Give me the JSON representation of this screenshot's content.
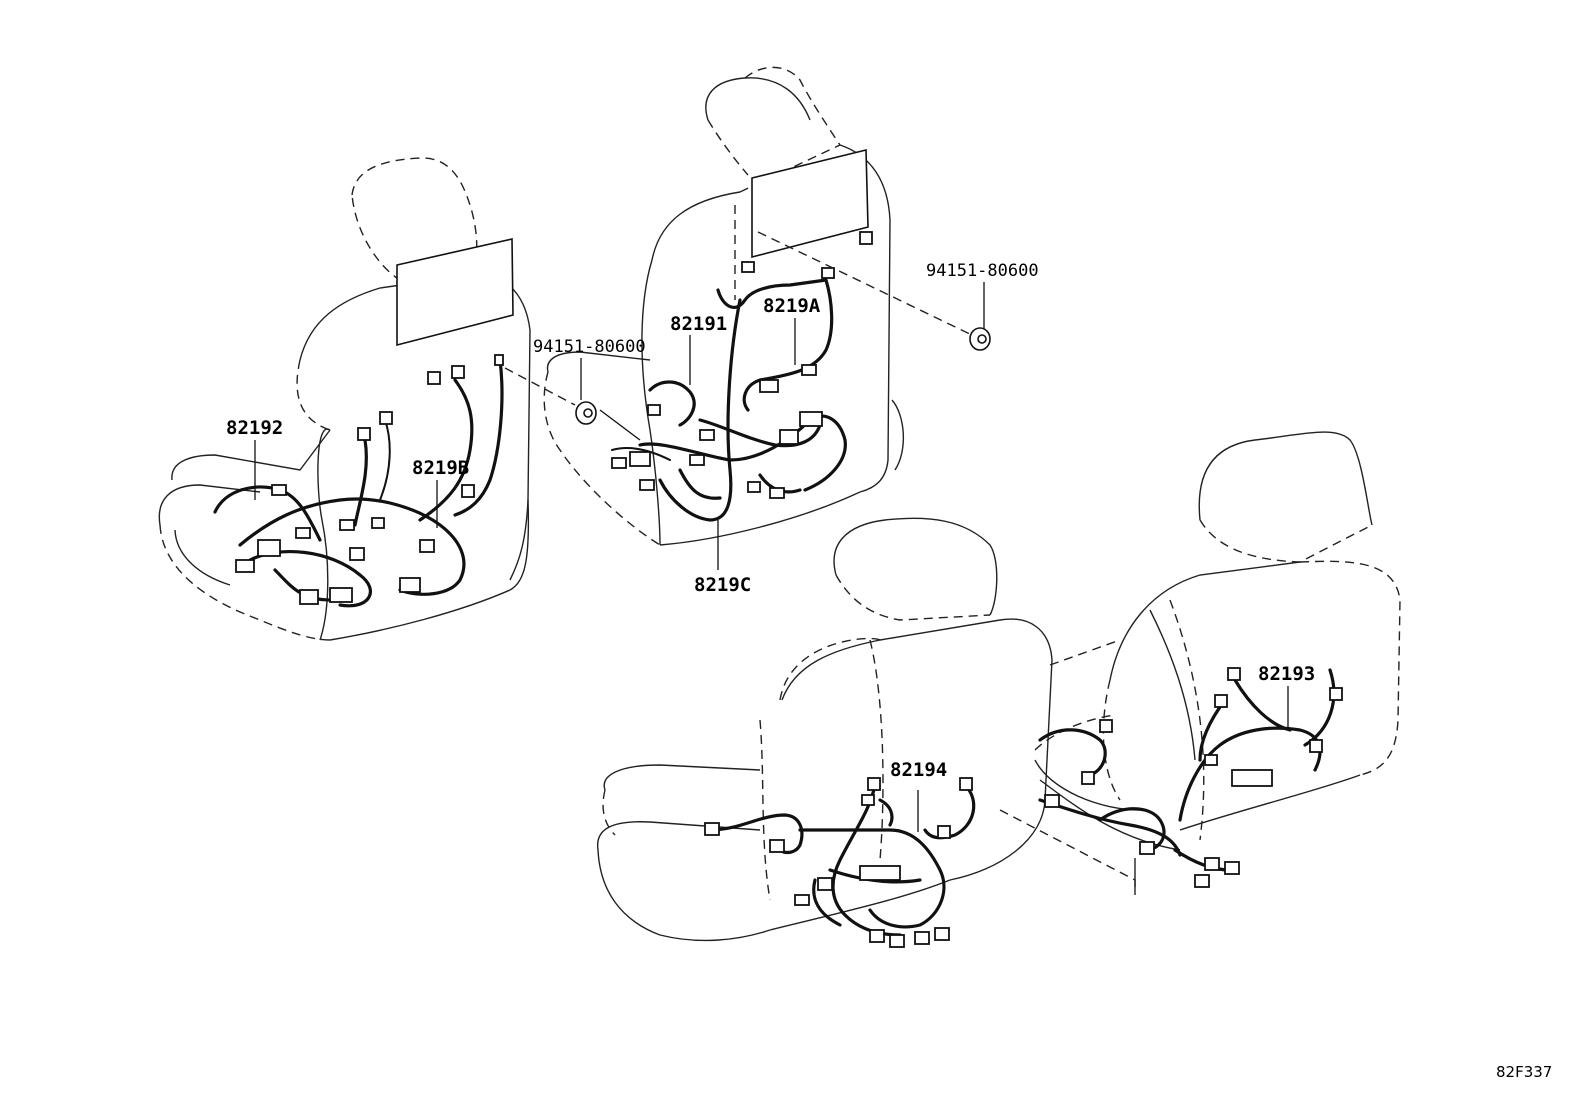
{
  "callouts": {
    "p82192": "82192",
    "p8219B": "8219B",
    "p94151_left": "94151-80600",
    "p82191": "82191",
    "p8219A": "8219A",
    "p8219C": "8219C",
    "p94151_right": "94151-80600",
    "p82194": "82194",
    "p82193": "82193"
  },
  "reference_code": "82F337"
}
